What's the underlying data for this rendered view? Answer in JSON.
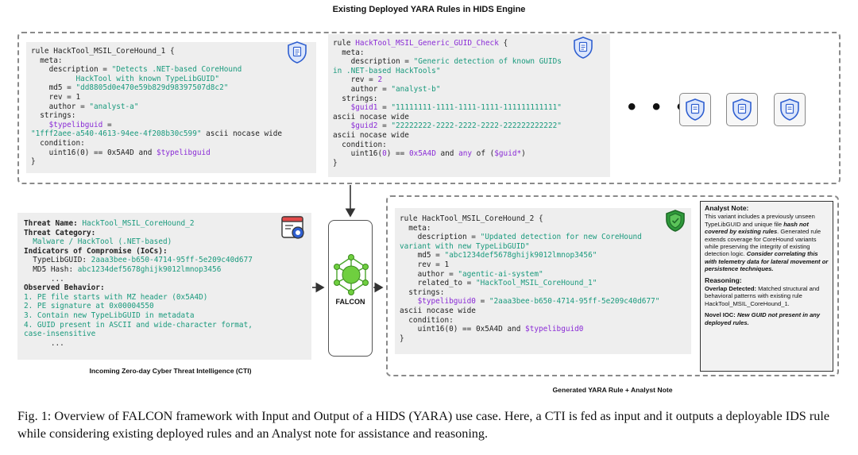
{
  "top_title": "Existing Deployed YARA Rules in HIDS Engine",
  "rule1": {
    "lines": [
      [
        {
          "t": "rule HackTool_MSIL_CoreHound_1 {",
          "c": "kw"
        }
      ],
      [
        {
          "t": "  meta:",
          "c": "kw"
        }
      ],
      [
        {
          "t": "    description = ",
          "c": "kw"
        },
        {
          "t": "\"Detects .NET-based CoreHound",
          "c": "str"
        }
      ],
      [
        {
          "t": "          HackTool with known TypeLibGUID\"",
          "c": "str"
        }
      ],
      [
        {
          "t": "    md5 = ",
          "c": "kw"
        },
        {
          "t": "\"dd8805d0e470e59b829d98397507d8c2\"",
          "c": "str"
        }
      ],
      [
        {
          "t": "    rev = 1",
          "c": "kw"
        }
      ],
      [
        {
          "t": "    author = ",
          "c": "kw"
        },
        {
          "t": "\"analyst-a\"",
          "c": "str"
        }
      ],
      [
        {
          "t": "  strings:",
          "c": "kw"
        }
      ],
      [
        {
          "t": "    $typelibguid",
          "c": "var"
        },
        {
          "t": " =",
          "c": "kw"
        }
      ],
      [
        {
          "t": "\"1fff2aee-a540-4613-94ee-4f208b30c599\"",
          "c": "str"
        },
        {
          "t": " ascii nocase wide",
          "c": "kw"
        }
      ],
      [
        {
          "t": "  condition:",
          "c": "kw"
        }
      ],
      [
        {
          "t": "    uint16(0) == 0x5A4D and ",
          "c": "kw"
        },
        {
          "t": "$typelibguid",
          "c": "var"
        }
      ],
      [
        {
          "t": "}",
          "c": "kw"
        }
      ]
    ]
  },
  "rule2": {
    "lines": [
      [
        {
          "t": "rule ",
          "c": "kw"
        },
        {
          "t": "HackTool_MSIL_Generic_GUID_Check",
          "c": "ttl"
        },
        {
          "t": " {",
          "c": "kw"
        }
      ],
      [
        {
          "t": "  meta:",
          "c": "kw"
        }
      ],
      [
        {
          "t": "    description = ",
          "c": "kw"
        },
        {
          "t": "\"Generic detection of known GUIDs",
          "c": "str"
        }
      ],
      [
        {
          "t": "in .NET-based HackTools\"",
          "c": "str"
        }
      ],
      [
        {
          "t": "    rev = ",
          "c": "kw"
        },
        {
          "t": "2",
          "c": "num"
        }
      ],
      [
        {
          "t": "    author = ",
          "c": "kw"
        },
        {
          "t": "\"analyst-b\"",
          "c": "str"
        }
      ],
      [
        {
          "t": "  strings:",
          "c": "kw"
        }
      ],
      [
        {
          "t": "    $guid1",
          "c": "var"
        },
        {
          "t": " = ",
          "c": "kw"
        },
        {
          "t": "\"11111111-1111-1111-1111-111111111111\"",
          "c": "str"
        }
      ],
      [
        {
          "t": "ascii nocase wide",
          "c": "kw"
        }
      ],
      [
        {
          "t": "    $guid2",
          "c": "var"
        },
        {
          "t": " = ",
          "c": "kw"
        },
        {
          "t": "\"22222222-2222-2222-2222-222222222222\"",
          "c": "str"
        }
      ],
      [
        {
          "t": "ascii nocase wide",
          "c": "kw"
        }
      ],
      [
        {
          "t": "  condition:",
          "c": "kw"
        }
      ],
      [
        {
          "t": "    uint16(",
          "c": "kw"
        },
        {
          "t": "0",
          "c": "num"
        },
        {
          "t": ") == ",
          "c": "kw"
        },
        {
          "t": "0x5A4D",
          "c": "num"
        },
        {
          "t": " and ",
          "c": "kw"
        },
        {
          "t": "any",
          "c": "var"
        },
        {
          "t": " of (",
          "c": "kw"
        },
        {
          "t": "$guid*",
          "c": "var"
        },
        {
          "t": ")",
          "c": "kw"
        }
      ],
      [
        {
          "t": "}",
          "c": "kw"
        }
      ]
    ]
  },
  "cti": {
    "lines": [
      [
        {
          "t": "Threat Name: ",
          "c": "kw",
          "b": true
        },
        {
          "t": "HackTool_MSIL_CoreHound_2",
          "c": "str"
        }
      ],
      [
        {
          "t": "Threat Category:",
          "c": "kw",
          "b": true
        }
      ],
      [
        {
          "t": "  Malware / HackTool (.NET-based)",
          "c": "str"
        }
      ],
      [
        {
          "t": "Indicators of Compromise (IoCs):",
          "c": "kw",
          "b": true
        }
      ],
      [
        {
          "t": "  TypeLibGUID: ",
          "c": "kw"
        },
        {
          "t": "2aaa3bee-b650-4714-95ff-5e209c40d677",
          "c": "str"
        }
      ],
      [
        {
          "t": "  MD5 Hash: ",
          "c": "kw"
        },
        {
          "t": "abc1234def5678ghijk9012lmnop3456",
          "c": "str"
        }
      ],
      [
        {
          "t": "      ...",
          "c": "kw"
        }
      ],
      [
        {
          "t": "Observed Behavior:",
          "c": "kw",
          "b": true
        }
      ],
      [
        {
          "t": "1. PE file starts with MZ header (0x5A4D)",
          "c": "str"
        }
      ],
      [
        {
          "t": "2. PE signature at 0x00004550",
          "c": "str"
        }
      ],
      [
        {
          "t": "3. Contain new TypeLibGUID in metadata",
          "c": "str"
        }
      ],
      [
        {
          "t": "4. GUID present in ASCII and wide-character format,",
          "c": "str"
        }
      ],
      [
        {
          "t": "case-insensitive",
          "c": "str"
        }
      ],
      [
        {
          "t": "      ...",
          "c": "kw"
        }
      ]
    ]
  },
  "generated": {
    "lines": [
      [
        {
          "t": "rule HackTool_MSIL_CoreHound_2 {",
          "c": "kw"
        }
      ],
      [
        {
          "t": "  meta:",
          "c": "kw"
        }
      ],
      [
        {
          "t": "    description = ",
          "c": "kw"
        },
        {
          "t": "\"Updated detection for new CoreHound",
          "c": "str"
        }
      ],
      [
        {
          "t": "variant with new TypeLibGUID\"",
          "c": "str"
        }
      ],
      [
        {
          "t": "    md5 = ",
          "c": "kw"
        },
        {
          "t": "\"abc1234def5678ghijk9012lmnop3456\"",
          "c": "str"
        }
      ],
      [
        {
          "t": "    rev = 1",
          "c": "kw"
        }
      ],
      [
        {
          "t": "    author = ",
          "c": "kw"
        },
        {
          "t": "\"agentic-ai-system\"",
          "c": "str"
        }
      ],
      [
        {
          "t": "    related_to = ",
          "c": "kw"
        },
        {
          "t": "\"HackTool_MSIL_CoreHound_1\"",
          "c": "str"
        }
      ],
      [
        {
          "t": "  strings:",
          "c": "kw"
        }
      ],
      [
        {
          "t": "    $typelibguid0",
          "c": "var"
        },
        {
          "t": " = ",
          "c": "kw"
        },
        {
          "t": "\"2aaa3bee-b650-4714-95ff-5e209c40d677\"",
          "c": "str"
        }
      ],
      [
        {
          "t": "ascii nocase wide",
          "c": "kw"
        }
      ],
      [
        {
          "t": "  condition:",
          "c": "kw"
        }
      ],
      [
        {
          "t": "    uint16(0) == 0x5A4D and ",
          "c": "kw"
        },
        {
          "t": "$typelibguid0",
          "c": "var"
        }
      ],
      [
        {
          "t": "}",
          "c": "kw"
        }
      ]
    ]
  },
  "falcon_label": "FALCON",
  "note": {
    "title": "Analyst Note:",
    "p1_a": "This variant includes a previously unseen TypeLibGUID and unique file ",
    "p1_b": "hash not covered by existing rules",
    "p1_c": ". Generated rule extends coverage for CoreHound variants while preserving the integrity of existing detection logic. ",
    "p1_d": "Consider correlating this with telemetry data for lateral movement or persistence techniques.",
    "reasoning_title": "Reasoning:",
    "p2_a": "Overlap Detected:",
    "p2_b": " Matched structural and behavioral patterns with existing rule HackTool_MSIL_CoreHound_1.",
    "p3_a": "Novel IOC:",
    "p3_b": " New GUID not present in any deployed rules."
  },
  "caption_cti": "Incoming Zero-day Cyber Threat Intelligence (CTI)",
  "caption_generated": "Generated YARA Rule + Analyst Note",
  "figure_caption": "Fig. 1: Overview of FALCON framework with Input and Output of a HIDS (YARA) use case. Here, a CTI is fed as input and it outputs a deployable IDS rule while considering existing deployed rules and an Analyst note for assistance and reasoning.",
  "colors": {
    "string": "#1a9a7d",
    "variable": "#8a2bd6",
    "shield_blue": "#2f5fd0",
    "shield_green": "#2e9a3a",
    "falcon_green": "#6fcf3f"
  },
  "icons": [
    "document-shield-icon",
    "verified-shield-icon",
    "threat-report-icon",
    "falcon-network-icon"
  ]
}
